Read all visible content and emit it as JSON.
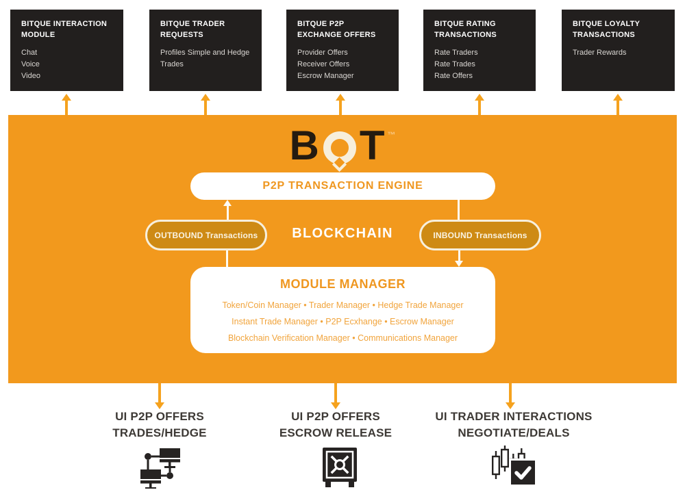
{
  "top_modules": [
    {
      "title": "BITQUE INTERACTION MODULE",
      "items": [
        "Chat",
        "Voice",
        "Video"
      ]
    },
    {
      "title": "BITQUE TRADER REQUESTS",
      "items": [
        "Profiles Simple and Hedge Trades"
      ]
    },
    {
      "title": "BITQUE P2P EXCHANGE OFFERS",
      "items": [
        "Provider Offers",
        "Receiver Offers",
        "Escrow Manager"
      ]
    },
    {
      "title": "BITQUE RATING TRANSACTIONS",
      "items": [
        "Rate Traders",
        "Rate Trades",
        "Rate Offers"
      ]
    },
    {
      "title": "BITQUE LOYALTY TRANSACTIONS",
      "items": [
        "Trader Rewards"
      ]
    }
  ],
  "core": {
    "logo": {
      "b": "B",
      "t": "T",
      "tm": "™"
    },
    "engine_label": "P2P TRANSACTION ENGINE",
    "blockchain_label": "BLOCKCHAIN",
    "outbound_label": "OUTBOUND Transactions",
    "inbound_label": "INBOUND Transactions",
    "module_manager": {
      "title": "MODULE MANAGER",
      "rows": [
        "Token/Coin Manager • Trader Manager • Hedge Trade Manager",
        "Instant Trade Manager • P2P Ecxhange • Escrow Manager",
        "Blockchain Verification Manager • Communications Manager"
      ]
    }
  },
  "bottom_outputs": [
    {
      "line1": "UI P2P OFFERS",
      "line2": "TRADES/HEDGE",
      "icon": "network-nodes-icon"
    },
    {
      "line1": "UI P2P OFFERS",
      "line2": "ESCROW RELEASE",
      "icon": "safe-vault-icon"
    },
    {
      "line1": "UI TRADER INTERACTIONS",
      "line2": "NEGOTIATE/DEALS",
      "icon": "candlestick-check-icon"
    }
  ],
  "colors": {
    "orange": "#F2991D",
    "orange_dark_pill": "#CE8A14",
    "cream_border": "#F7EFDC",
    "black_box": "#221F1E",
    "white": "#FFFFFF",
    "label_dark": "#3D3935",
    "arrow_orange": "#F5A21E",
    "orange_text": "#EF9720"
  }
}
